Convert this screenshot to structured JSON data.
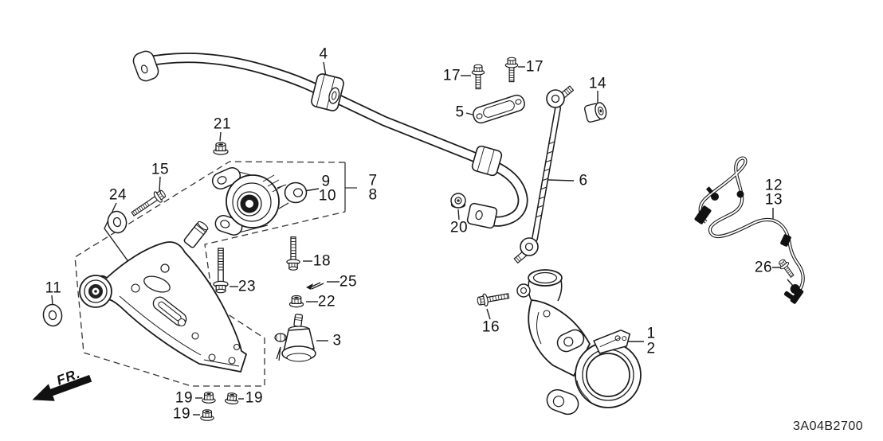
{
  "diagram": {
    "code": "3A04B2700",
    "direction_label": "FR.",
    "background_color": "#ffffff",
    "line_color": "#1a1a1a"
  },
  "callouts": [
    "4",
    "17",
    "17",
    "14",
    "5",
    "21",
    "6",
    "15",
    "24",
    "9",
    "10",
    "7",
    "8",
    "18",
    "23",
    "25",
    "22",
    "3",
    "11",
    "12",
    "13",
    "26",
    "16",
    "1",
    "2",
    "20",
    "19",
    "19",
    "19"
  ]
}
